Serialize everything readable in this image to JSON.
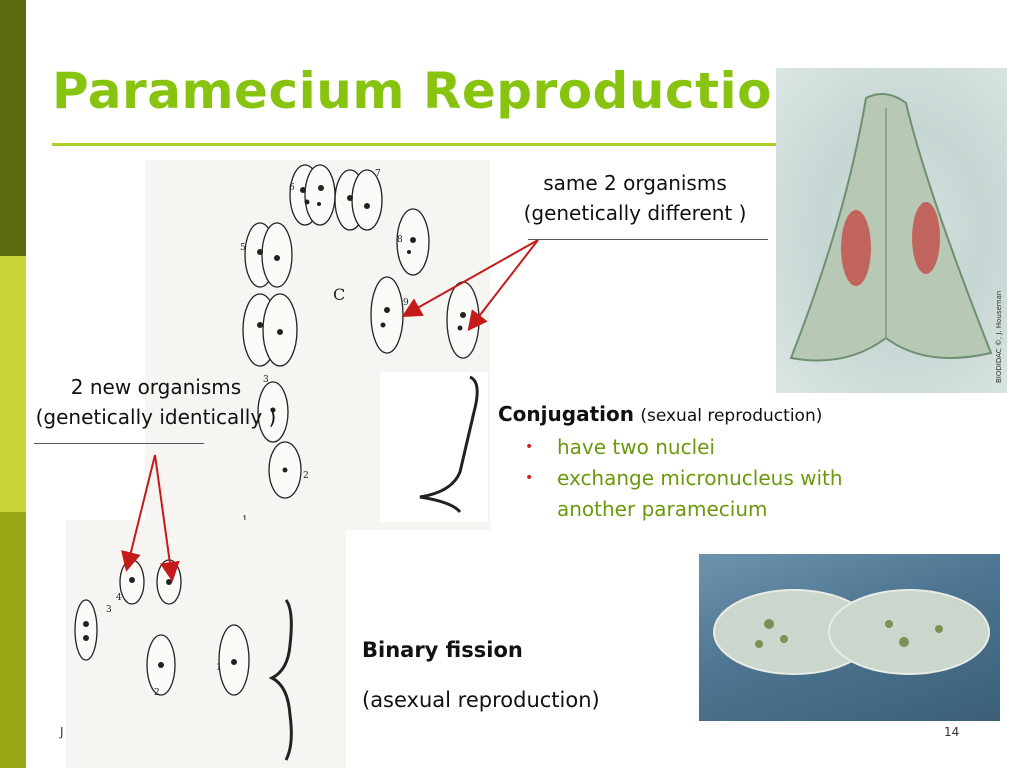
{
  "slide": {
    "title": "Paramecium Reproduction",
    "footer_left": "J",
    "page_number": "14"
  },
  "annotations": {
    "same_line1": "same 2 organisms",
    "same_line2": "(genetically different )",
    "new_line1": "2 new organisms",
    "new_line2": "(genetically identically )"
  },
  "conjugation": {
    "label": "Conjugation",
    "sub": "(sexual reproduction)",
    "bullets": [
      "have two nuclei",
      "exchange micronucleus with another paramecium"
    ]
  },
  "binary_fission": {
    "label": "Binary fission",
    "sub": "(asexual reproduction)"
  },
  "diagram_labels": {
    "stage_c": "C",
    "watermark": "BIODIDAC ©, J. Houseman",
    "top_numbers": [
      "7",
      "6",
      "5",
      "8",
      "9",
      "1",
      "2",
      "3"
    ],
    "bottom_numbers": [
      "4",
      "3",
      "2",
      "1"
    ]
  },
  "colors": {
    "title": "#88c40f",
    "bullet_text": "#6a9a0c",
    "arrows": "#c41a1a",
    "accent_bar_dark": "#5c6a10",
    "accent_bar_light": "#c6d43a"
  }
}
